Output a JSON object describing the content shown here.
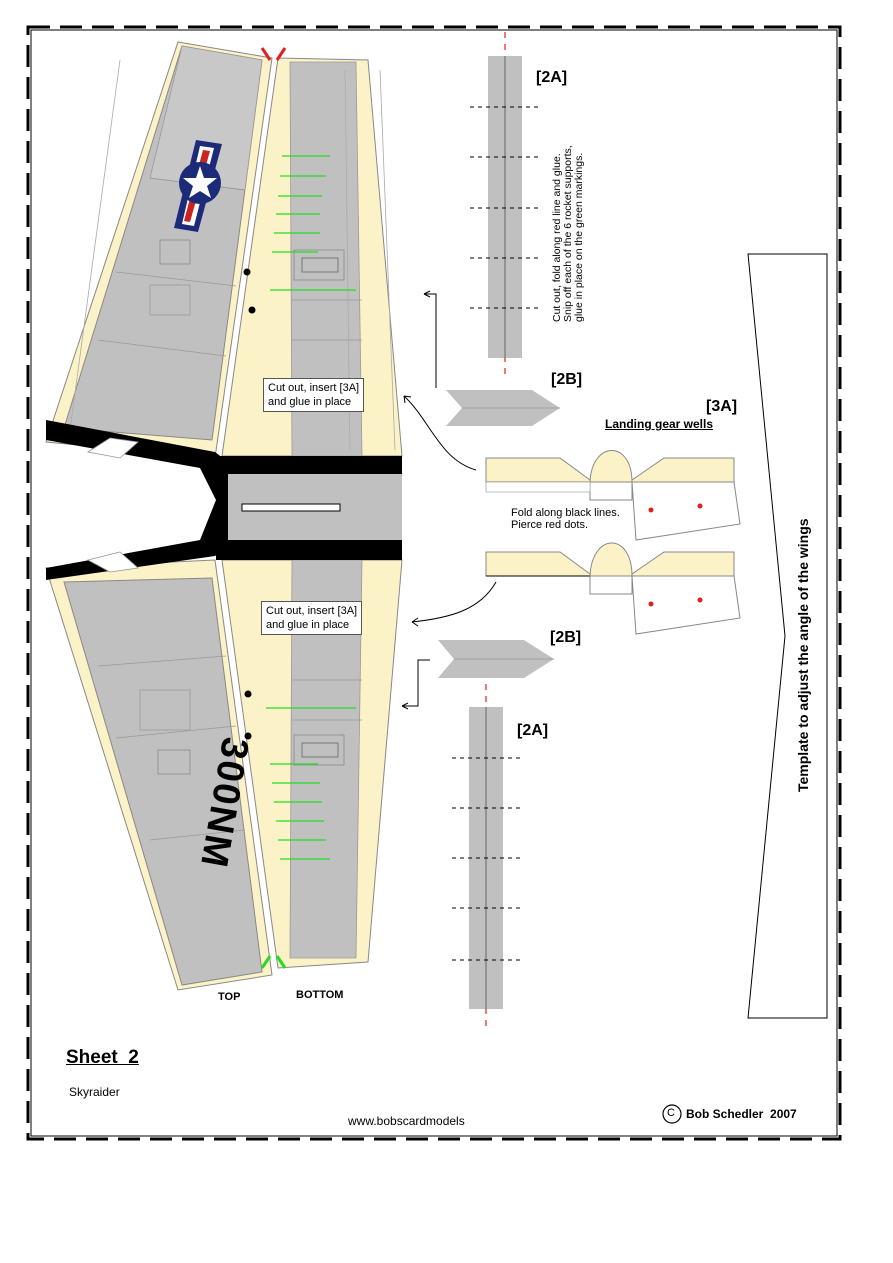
{
  "sheet": {
    "title": "Sheet  2",
    "subtitle": "Skyraider",
    "website": "www.bobscardmodels",
    "copyright_symbol": "C",
    "copyright": "Bob Schedler  2007"
  },
  "wing": {
    "top_label": "TOP",
    "bottom_label": "BOTTOM",
    "tail_code": "300NM",
    "callout_upper_line1": "Cut out, insert [3A]",
    "callout_upper_line2": "and glue in place",
    "callout_lower_line1": "Cut out, insert [3A]",
    "callout_lower_line2": "and glue in place"
  },
  "parts": {
    "rocket_strip_tag_upper": "[2A]",
    "rocket_strip_tag_lower": "[2A]",
    "arrow_tag_upper": "[2B]",
    "arrow_tag_lower": "[2B]",
    "gear_tag": "[3A]",
    "gear_title": "Landing gear wells",
    "gear_note_line1": "Fold along black lines.",
    "gear_note_line2": "Pierce red dots.",
    "rocket_note_line1": "Cut out, fold along red line and glue.",
    "rocket_note_line2": "Snip off each of the 6 rocket supports,",
    "rocket_note_line3": "glue in place on the green markings.",
    "template_caption": "Template to adjust the angle of the wings"
  },
  "colors": {
    "wing_gray": "#c0c0c0",
    "wing_cream": "#fbf2c8",
    "fold_red": "#e02020",
    "marking_green": "#22dd22",
    "insignia_blue": "#1c2a7a",
    "insignia_red": "#cc2222"
  }
}
